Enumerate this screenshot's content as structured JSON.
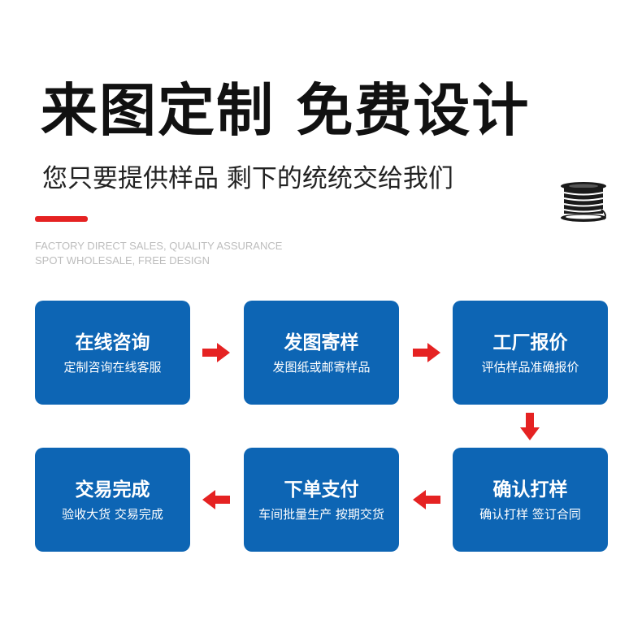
{
  "header": {
    "title": "来图定制 免费设计",
    "subtitle": "您只要提供样品 剩下的统统交给我们",
    "english_line1": "FACTORY DIRECT SALES, QUALITY ASSURANCE",
    "english_line2": "SPOT WHOLESALE, FREE DESIGN"
  },
  "colors": {
    "box_blue": "#0d65b4",
    "arrow_red": "#e52222",
    "accent_bar": "#e52222"
  },
  "icons": {
    "decoration": "cable-spool-icon"
  },
  "steps": [
    {
      "title": "在线咨询",
      "desc": "定制咨询在线客服"
    },
    {
      "title": "发图寄样",
      "desc": "发图纸或邮寄样品"
    },
    {
      "title": "工厂报价",
      "desc": "评估样品准确报价"
    },
    {
      "title": "确认打样",
      "desc": "确认打样 签订合同"
    },
    {
      "title": "下单支付",
      "desc": "车间批量生产 按期交货"
    },
    {
      "title": "交易完成",
      "desc": "验收大货 交易完成"
    }
  ]
}
